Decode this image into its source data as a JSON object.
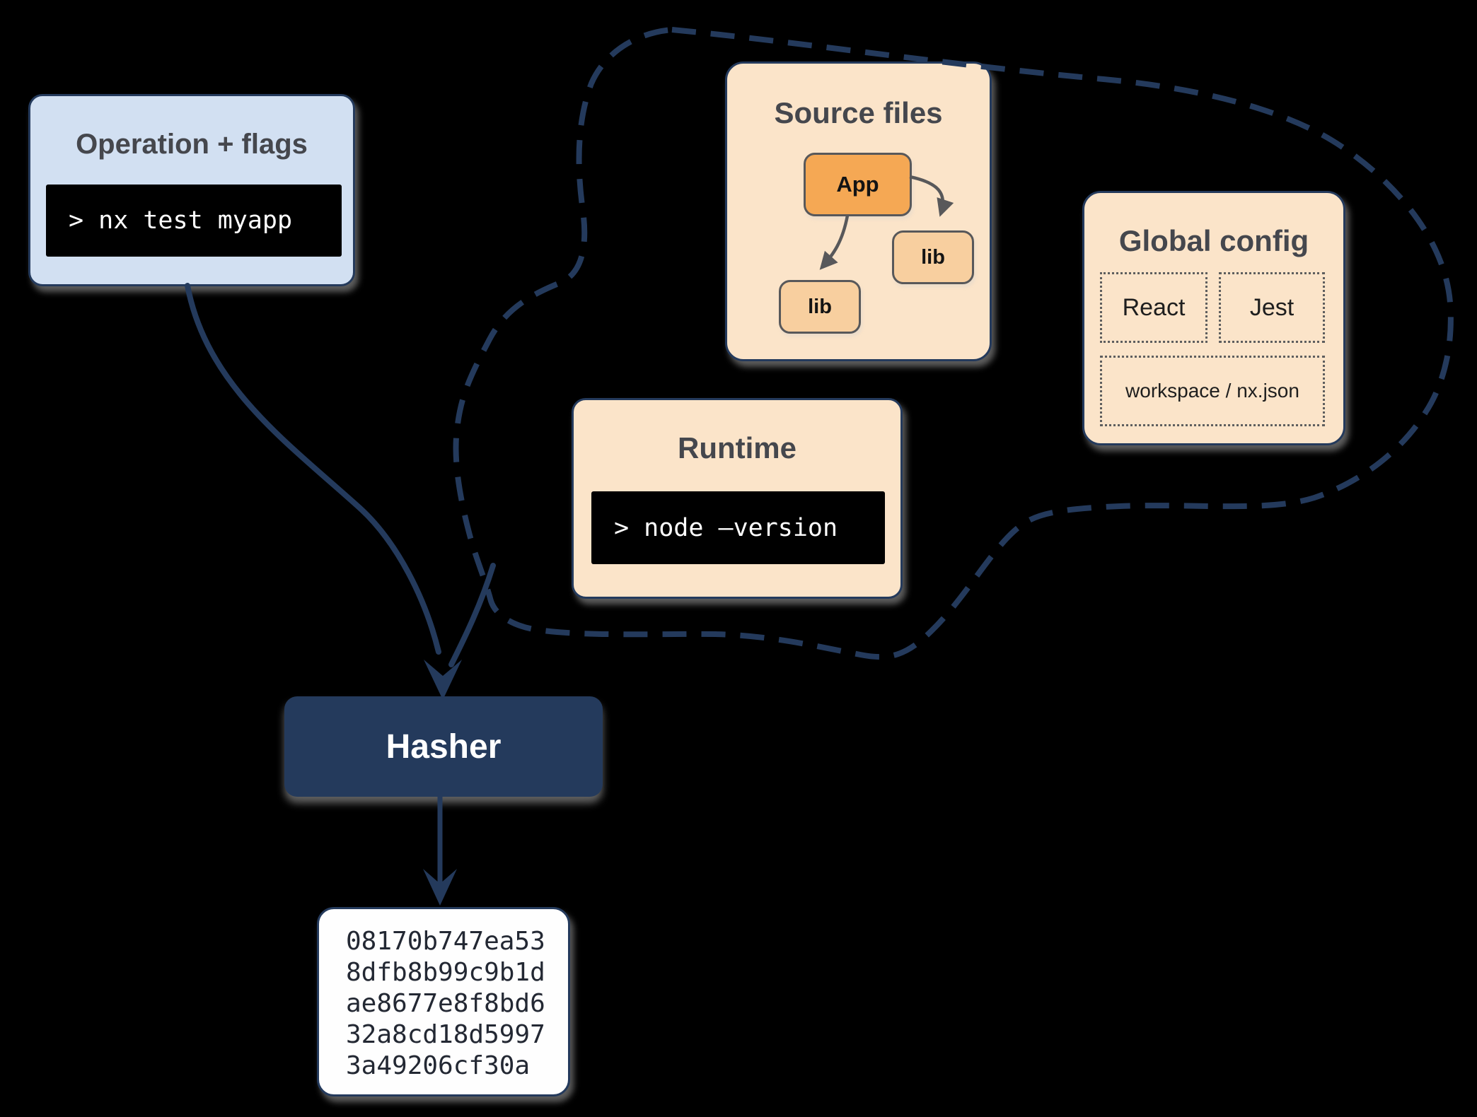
{
  "diagram": {
    "background": "#000000",
    "accent_navy": "#243A5C",
    "operation": {
      "title": "Operation + flags",
      "command": "> nx test myapp",
      "fill": "#D2E0F2"
    },
    "cloud": {
      "source_files": {
        "title": "Source files",
        "fill": "#FBE4C9",
        "app_node": {
          "label": "App",
          "fill": "#F5A854"
        },
        "lib_node_right": {
          "label": "lib",
          "fill": "#F8CF9F"
        },
        "lib_node_left": {
          "label": "lib",
          "fill": "#F8CF9F"
        }
      },
      "global_config": {
        "title": "Global config",
        "fill": "#FBE4C9",
        "items": [
          "React",
          "Jest",
          "workspace / nx.json"
        ]
      },
      "runtime": {
        "title": "Runtime",
        "command": "> node –version",
        "fill": "#FBE4C9"
      }
    },
    "hasher": {
      "label": "Hasher",
      "fill": "#243A5C"
    },
    "hash_output": {
      "lines": [
        "08170b747ea53",
        "8dfb8b99c9b1d",
        "ae8677e8f8bd6",
        "32a8cd18d5997",
        "3a49206cf30a"
      ]
    }
  }
}
